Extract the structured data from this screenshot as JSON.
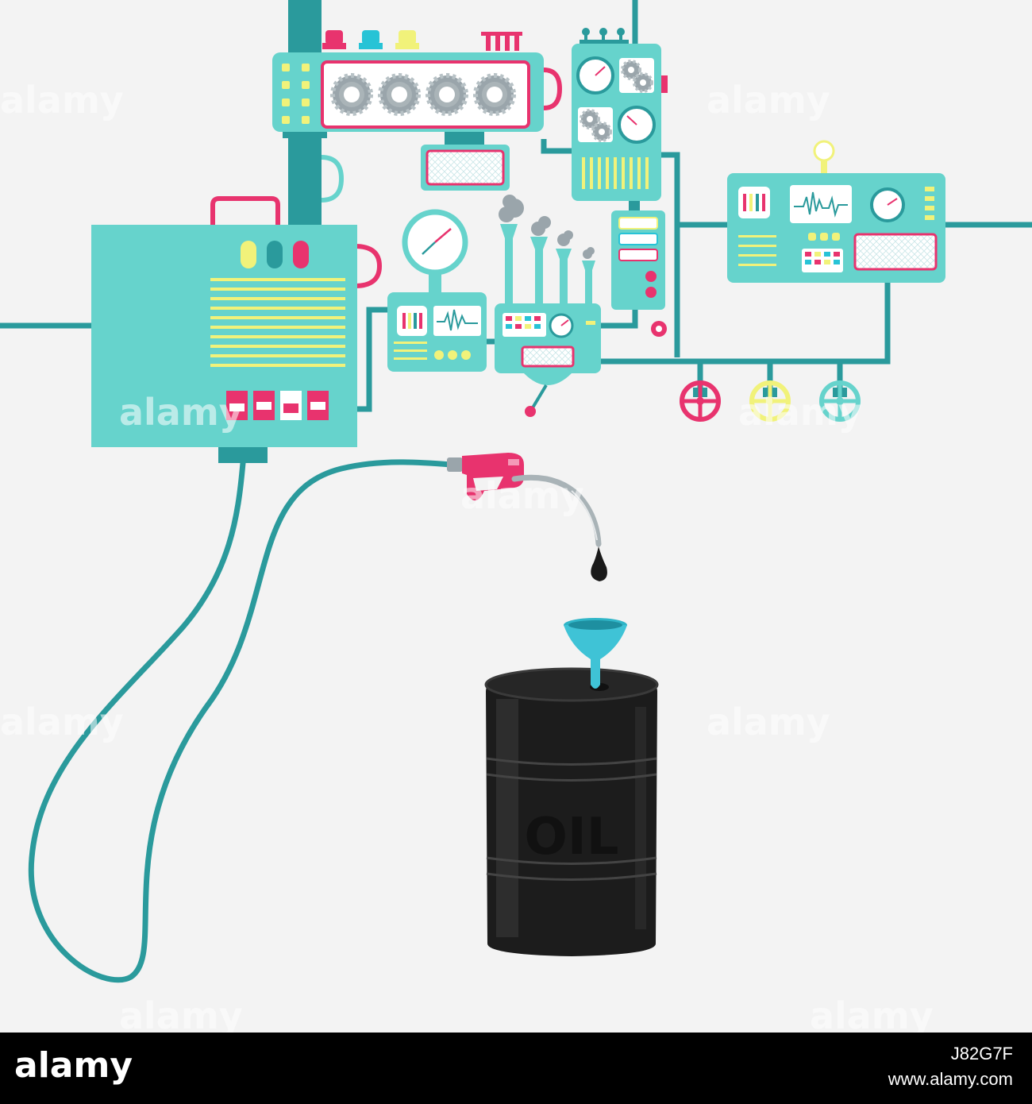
{
  "barrel": {
    "label": "OIL"
  },
  "watermark": {
    "text": "alamy"
  },
  "footer": {
    "brand": "alamy",
    "image_id": "J82G7F",
    "url": "www.alamy.com"
  },
  "colors": {
    "background": "#f3f3f3",
    "machine_body": "#66d3cc",
    "pipe": "#2a9a9c",
    "accent_pink": "#e8336e",
    "accent_yellow": "#f1f27a",
    "accent_cyan": "#27c3d6",
    "screen": "#ffffff",
    "barrel": "#1c1c1c",
    "funnel": "#3fc3d6",
    "oil_drop": "#1a1a1a"
  },
  "icons": [
    "gear-icon",
    "gauge-icon",
    "valve-wheel-icon",
    "fuel-nozzle-icon",
    "funnel-icon",
    "oil-drop-icon",
    "smoke-icon"
  ]
}
